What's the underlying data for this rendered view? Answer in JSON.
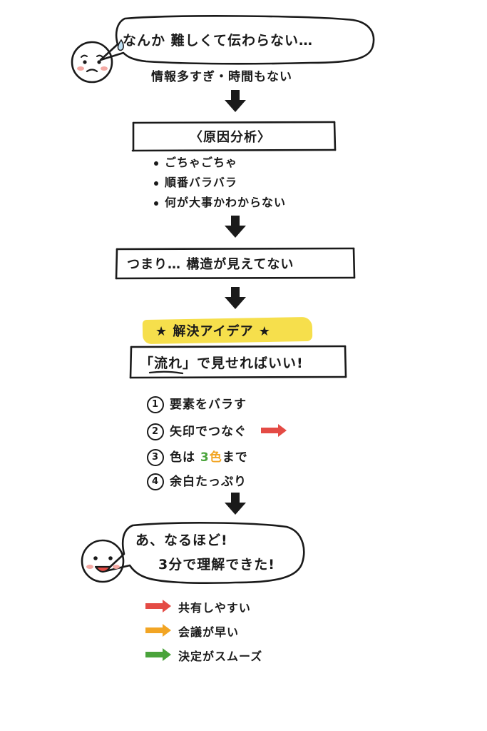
{
  "top_bubble": {
    "text": "なんか 難しくて伝わらない…"
  },
  "info_note": {
    "text": "情報多すぎ・時間もない"
  },
  "analysis": {
    "title": "〈原因分析〉",
    "items": [
      "ごちゃごちゃ",
      "順番バラバラ",
      "何が大事かわからない"
    ]
  },
  "conclusion": {
    "text": "つまり… 構造が見えてない"
  },
  "solution": {
    "banner": "★ 解決アイデア ★",
    "headline": "「流れ」で見せればいい!",
    "steps": [
      {
        "num": "1",
        "text": "要素をバラす"
      },
      {
        "num": "2",
        "text": "矢印でつなぐ"
      },
      {
        "num": "3",
        "pre": "色は",
        "highlight_a": "3",
        "highlight_b": "色",
        "post": "まで"
      },
      {
        "num": "4",
        "text": "余白たっぷり"
      }
    ]
  },
  "bottom_bubble": {
    "line1": "あ、なるほど!",
    "line2": "3分で理解できた!"
  },
  "results": [
    {
      "text": "共有しやすい",
      "color": "#e44b45"
    },
    {
      "text": "会議が早い",
      "color": "#f2a524"
    },
    {
      "text": "決定がスムーズ",
      "color": "#4aa33b"
    }
  ],
  "colors": {
    "red": "#e44b45",
    "orange": "#f2a524",
    "green": "#4aa33b",
    "banner": "#f6df4c",
    "cheek": "#f4a9a3"
  }
}
